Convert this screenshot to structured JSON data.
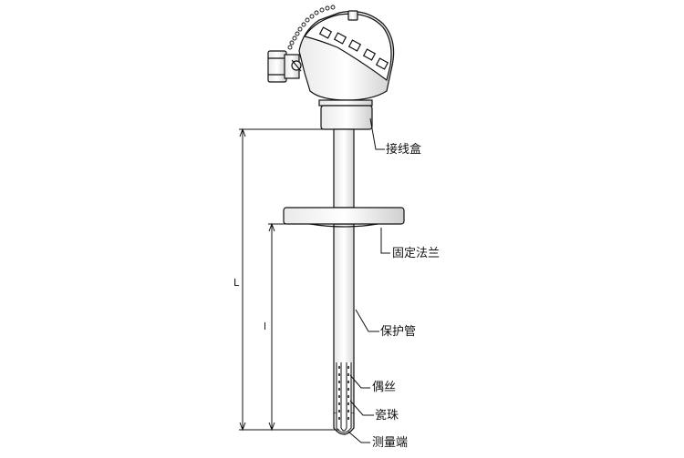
{
  "labels": {
    "junction_box": "接线盒",
    "fixed_flange": "固定法兰",
    "protection_tube": "保护管",
    "thermocouple_wire": "偶丝",
    "ceramic_bead": "瓷珠",
    "measuring_end": "测量端"
  },
  "dimensions": {
    "total_length": "L",
    "insertion_length": "l"
  },
  "colors": {
    "line": "#111111",
    "fill_light": "#f2f2f2",
    "fill_mid": "#d9d9d9"
  }
}
